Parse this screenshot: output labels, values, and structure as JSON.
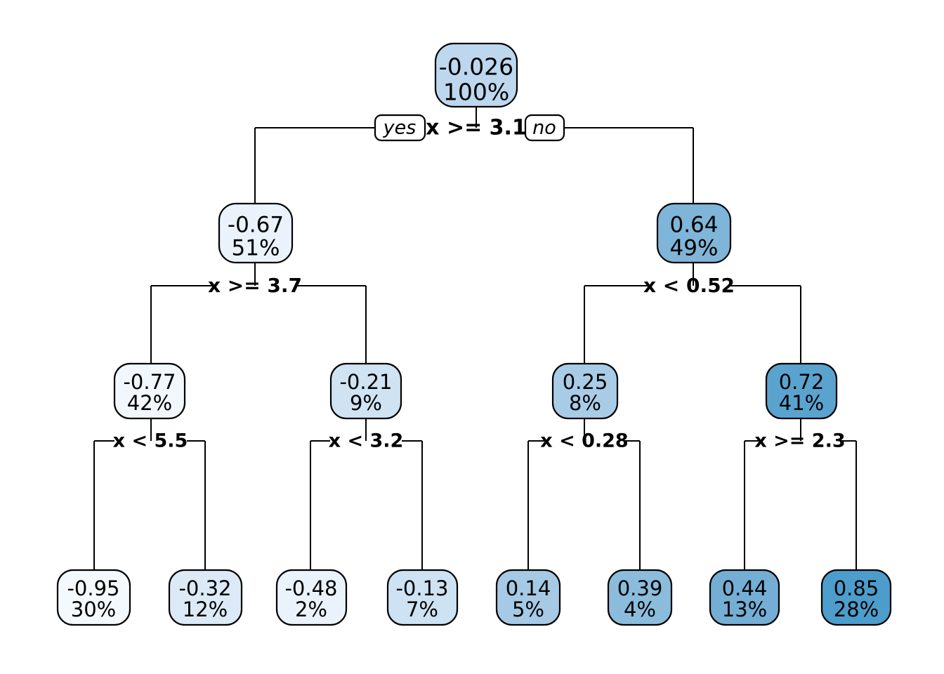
{
  "chart_data": {
    "type": "diagram",
    "diagram_kind": "decision-tree",
    "title": "",
    "legend": {
      "yes_label": "yes",
      "no_label": "no"
    },
    "colors": {
      "background": "#ffffff",
      "border": "#000000",
      "text": "#000000",
      "fill_low": "#f4f9fd",
      "fill_high": "#4d9dcc",
      "palette": [
        "#f4f9fd",
        "#eaf3fb",
        "#ddebf7",
        "#d3e5f4",
        "#c7dcf0",
        "#bdd7ee",
        "#a9cce6",
        "#94c1de",
        "#7fb5d8",
        "#6aa9d1",
        "#4d9dcc"
      ]
    },
    "nodes": [
      {
        "id": "root",
        "value": "-0.026",
        "percent": "100%",
        "fill": "#bdd7ee",
        "level": 0
      },
      {
        "id": "n2",
        "value": "-0.67",
        "percent": "51%",
        "fill": "#eaf3fb",
        "level": 1
      },
      {
        "id": "n3",
        "value": "0.64",
        "percent": "49%",
        "fill": "#7fb5d8",
        "level": 1
      },
      {
        "id": "n4",
        "value": "-0.77",
        "percent": "42%",
        "fill": "#f1f7fc",
        "level": 2
      },
      {
        "id": "n5",
        "value": "-0.21",
        "percent": "9%",
        "fill": "#cfe3f3",
        "level": 2
      },
      {
        "id": "n6",
        "value": "0.25",
        "percent": "8%",
        "fill": "#a9cce6",
        "level": 2
      },
      {
        "id": "n7",
        "value": "0.72",
        "percent": "41%",
        "fill": "#5ba3cf",
        "level": 2
      },
      {
        "id": "l1",
        "value": "-0.95",
        "percent": "30%",
        "fill": "#f4f9fd",
        "level": 3
      },
      {
        "id": "l2",
        "value": "-0.32",
        "percent": "12%",
        "fill": "#dbeaf6",
        "level": 3
      },
      {
        "id": "l3",
        "value": "-0.48",
        "percent": "2%",
        "fill": "#eaf3fb",
        "level": 3
      },
      {
        "id": "l4",
        "value": "-0.13",
        "percent": "7%",
        "fill": "#cde2f2",
        "level": 3
      },
      {
        "id": "l5",
        "value": "0.14",
        "percent": "5%",
        "fill": "#a6cae5",
        "level": 3
      },
      {
        "id": "l6",
        "value": "0.39",
        "percent": "4%",
        "fill": "#8bbcdc",
        "level": 3
      },
      {
        "id": "l7",
        "value": "0.44",
        "percent": "13%",
        "fill": "#74aed5",
        "level": 3
      },
      {
        "id": "l8",
        "value": "0.85",
        "percent": "28%",
        "fill": "#4d9dcc",
        "level": 3
      }
    ],
    "splits": [
      {
        "id": "s-root",
        "label": "x >= 3.1",
        "level": 0,
        "yes": "yes",
        "no": "no"
      },
      {
        "id": "s-left",
        "label": "x >= 3.7",
        "level": 1
      },
      {
        "id": "s-right",
        "label": "x < 0.52",
        "level": 1
      },
      {
        "id": "s-ll",
        "label": "x < 5.5",
        "level": 2
      },
      {
        "id": "s-lr",
        "label": "x < 3.2",
        "level": 2
      },
      {
        "id": "s-rl",
        "label": "x < 0.28",
        "level": 2
      },
      {
        "id": "s-rr",
        "label": "x >= 2.3",
        "level": 2
      }
    ],
    "edges": [
      {
        "from": "root",
        "to": "n2",
        "branch": "yes"
      },
      {
        "from": "root",
        "to": "n3",
        "branch": "no"
      },
      {
        "from": "n2",
        "to": "n4",
        "branch": "yes"
      },
      {
        "from": "n2",
        "to": "n5",
        "branch": "no"
      },
      {
        "from": "n3",
        "to": "n6",
        "branch": "yes"
      },
      {
        "from": "n3",
        "to": "n7",
        "branch": "no"
      },
      {
        "from": "n4",
        "to": "l1",
        "branch": "yes"
      },
      {
        "from": "n4",
        "to": "l2",
        "branch": "no"
      },
      {
        "from": "n5",
        "to": "l3",
        "branch": "yes"
      },
      {
        "from": "n5",
        "to": "l4",
        "branch": "no"
      },
      {
        "from": "n6",
        "to": "l5",
        "branch": "yes"
      },
      {
        "from": "n6",
        "to": "l6",
        "branch": "no"
      },
      {
        "from": "n7",
        "to": "l7",
        "branch": "yes"
      },
      {
        "from": "n7",
        "to": "l8",
        "branch": "no"
      }
    ]
  },
  "tree": {
    "root": {
      "value": "-0.026",
      "percent": "100%",
      "split": "x >= 3.1",
      "yes": "yes",
      "no": "no"
    },
    "level1": {
      "left": {
        "value": "-0.67",
        "percent": "51%",
        "split": "x >= 3.7"
      },
      "right": {
        "value": "0.64",
        "percent": "49%",
        "split": "x < 0.52"
      }
    },
    "level2": {
      "n4": {
        "value": "-0.77",
        "percent": "42%",
        "split": "x < 5.5"
      },
      "n5": {
        "value": "-0.21",
        "percent": "9%",
        "split": "x < 3.2"
      },
      "n6": {
        "value": "0.25",
        "percent": "8%",
        "split": "x < 0.28"
      },
      "n7": {
        "value": "0.72",
        "percent": "41%",
        "split": "x >= 2.3"
      }
    },
    "leaves": [
      {
        "value": "-0.95",
        "percent": "30%"
      },
      {
        "value": "-0.32",
        "percent": "12%"
      },
      {
        "value": "-0.48",
        "percent": "2%"
      },
      {
        "value": "-0.13",
        "percent": "7%"
      },
      {
        "value": "0.14",
        "percent": "5%"
      },
      {
        "value": "0.39",
        "percent": "4%"
      },
      {
        "value": "0.44",
        "percent": "13%"
      },
      {
        "value": "0.85",
        "percent": "28%"
      }
    ]
  }
}
